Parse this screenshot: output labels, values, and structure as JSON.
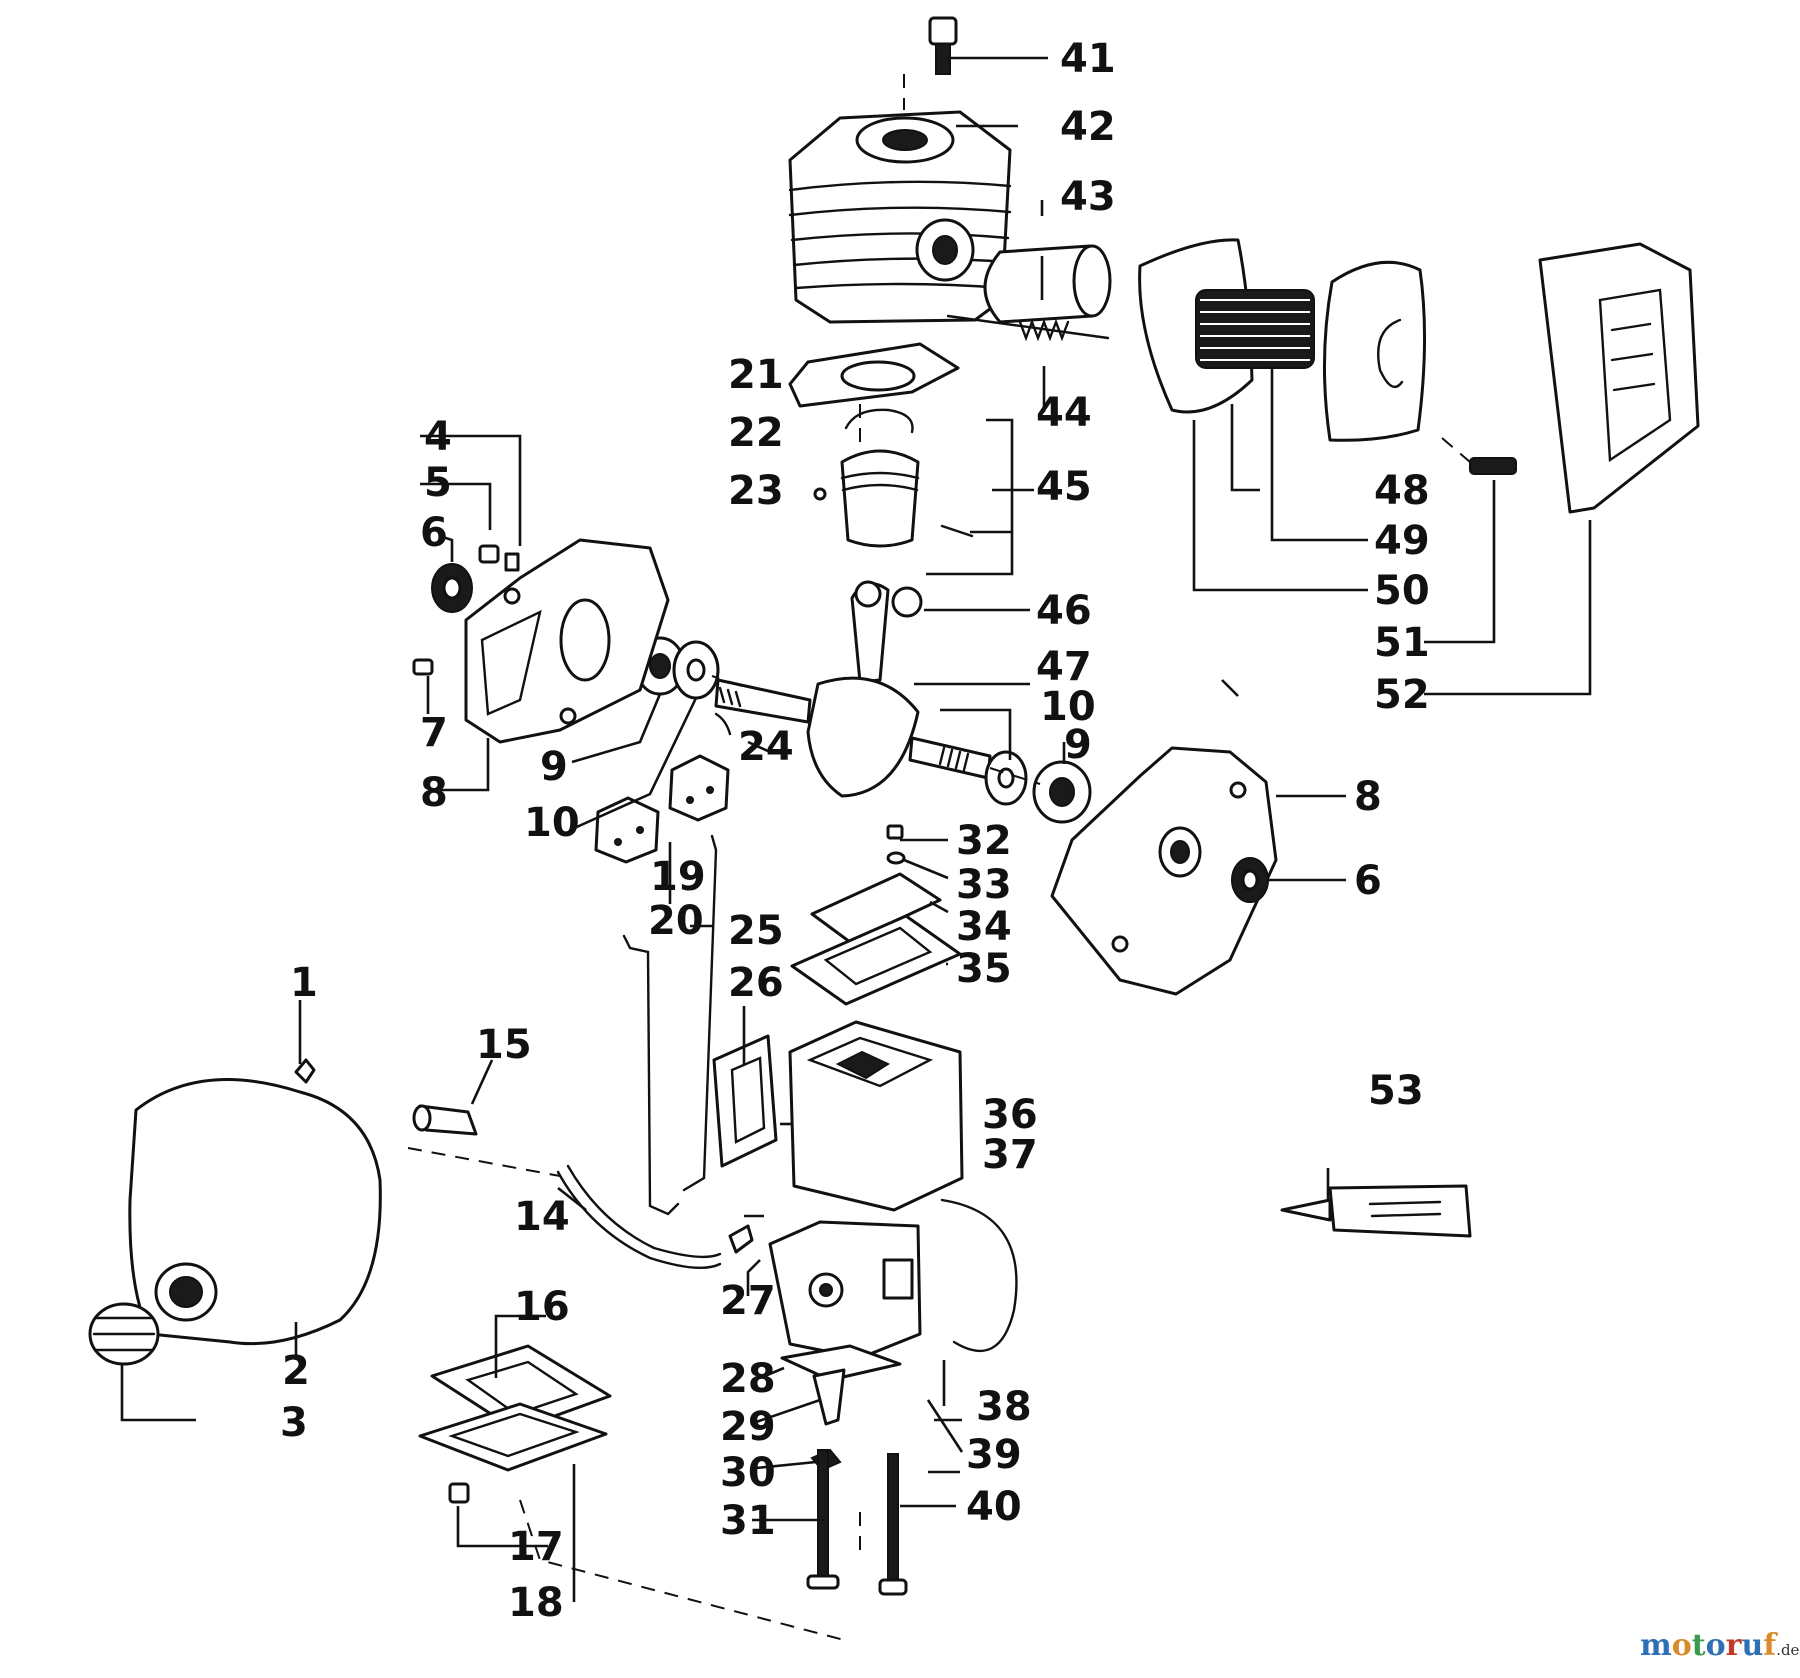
{
  "brand": {
    "name_main": "motoruf",
    "name_tld": ".de",
    "colors": [
      "#2f6fb3",
      "#d98b2b",
      "#3b9a4a",
      "#2f6fb3",
      "#c0392b",
      "#2f6fb3",
      "#d98b2b"
    ]
  },
  "labels": {
    "l1": "1",
    "l2": "2",
    "l3": "3",
    "l4": "4",
    "l5": "5",
    "l6a": "6",
    "l6b": "6",
    "l7": "7",
    "l8a": "8",
    "l8b": "8",
    "l9a": "9",
    "l9b": "9",
    "l10a": "10",
    "l10b": "10",
    "l14": "14",
    "l15": "15",
    "l16": "16",
    "l17": "17",
    "l18": "18",
    "l19": "19",
    "l20": "20",
    "l21": "21",
    "l22": "22",
    "l23": "23",
    "l24": "24",
    "l25": "25",
    "l26": "26",
    "l27": "27",
    "l28": "28",
    "l29": "29",
    "l30": "30",
    "l31": "31",
    "l32": "32",
    "l33": "33",
    "l34": "34",
    "l35": "35",
    "l36": "36",
    "l37": "37",
    "l38": "38",
    "l39": "39",
    "l40": "40",
    "l41": "41",
    "l42": "42",
    "l43": "43",
    "l44": "44",
    "l45": "45",
    "l46": "46",
    "l47": "47",
    "l48": "48",
    "l49": "49",
    "l50": "50",
    "l51": "51",
    "l52": "52",
    "l53": "53"
  }
}
